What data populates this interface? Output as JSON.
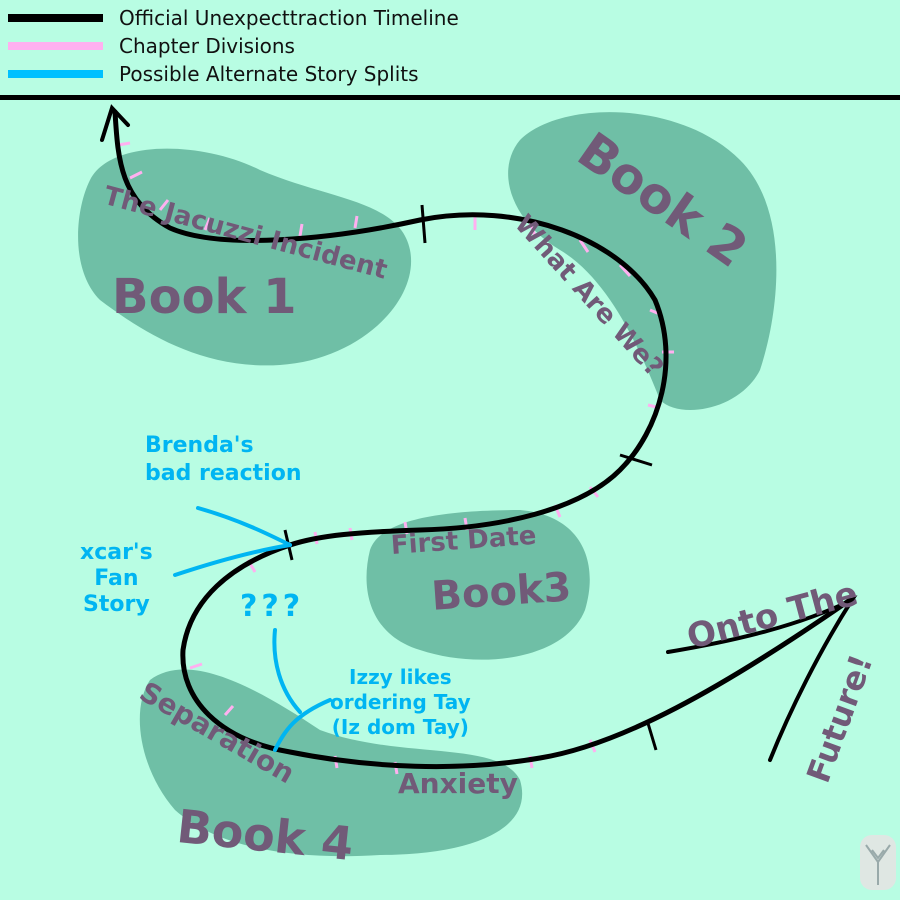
{
  "legend": [
    {
      "label": "Official Unexpecttraction Timeline",
      "color": "#000000"
    },
    {
      "label": "Chapter Divisions",
      "color": "#ffb0f0"
    },
    {
      "label": "Possible Alternate Story Splits",
      "color": "#00c0ff"
    }
  ],
  "books": [
    {
      "subtitle": "The Jacuzzi Incident",
      "title": "Book 1"
    },
    {
      "subtitle": "What Are We?",
      "title": "Book 2"
    },
    {
      "subtitle": "First Date",
      "title": "Book3"
    },
    {
      "subtitle": "Separation Anxiety",
      "subtitle_a": "Separation",
      "subtitle_b": "Anxiety",
      "title": "Book 4"
    }
  ],
  "splits": {
    "brenda": [
      "Brenda's",
      "bad reaction"
    ],
    "xcar": [
      "xcar's",
      "Fan",
      "Story"
    ],
    "unknown": "???",
    "izzy": [
      "Izzy likes",
      "ordering Tay",
      "(Iz dom Tay)"
    ]
  },
  "future": {
    "a": "Onto The",
    "b": "Future!"
  },
  "colors": {
    "background": "#b8fde3",
    "blob": "#6fbfa6",
    "book_text": "#715a78",
    "split": "#00b5f2"
  }
}
